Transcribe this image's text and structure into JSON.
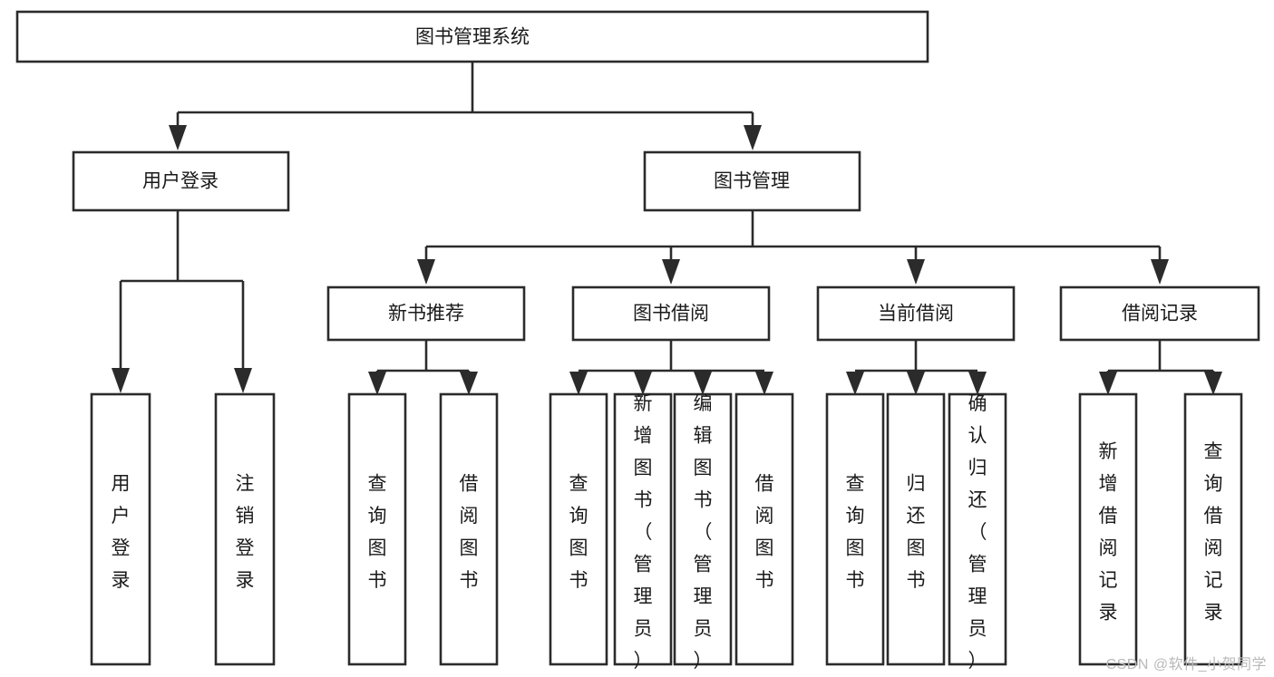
{
  "diagram": {
    "type": "tree-hierarchy",
    "title": "图书管理系统",
    "watermark": "CSDN @软件_小贺同学",
    "colors": {
      "stroke": "#2b2b2b",
      "box_fill": "#ffffff",
      "text": "#1a1a1a",
      "background": "#ffffff",
      "watermark": "#b9b9b9"
    },
    "levels": {
      "root": {
        "label": "图书管理系统"
      },
      "level2": [
        {
          "label": "用户登录"
        },
        {
          "label": "图书管理"
        }
      ],
      "level3": [
        {
          "label": "新书推荐"
        },
        {
          "label": "图书借阅"
        },
        {
          "label": "当前借阅"
        },
        {
          "label": "借阅记录"
        }
      ]
    },
    "leaves": {
      "user_login": [
        {
          "label": "用户登录"
        },
        {
          "label": "注销登录"
        }
      ],
      "new_book_recommend": [
        {
          "label": "查询图书"
        },
        {
          "label": "借阅图书"
        }
      ],
      "book_borrow": [
        {
          "label": "查询图书"
        },
        {
          "label": "新增图书（管理员）"
        },
        {
          "label": "编辑图书（管理员）"
        },
        {
          "label": "借阅图书"
        }
      ],
      "current_borrow": [
        {
          "label": "查询图书"
        },
        {
          "label": "归还图书"
        },
        {
          "label": "确认归还（管理员）"
        }
      ],
      "borrow_record": [
        {
          "label": "新增借阅记录"
        },
        {
          "label": "查询借阅记录"
        }
      ]
    }
  }
}
